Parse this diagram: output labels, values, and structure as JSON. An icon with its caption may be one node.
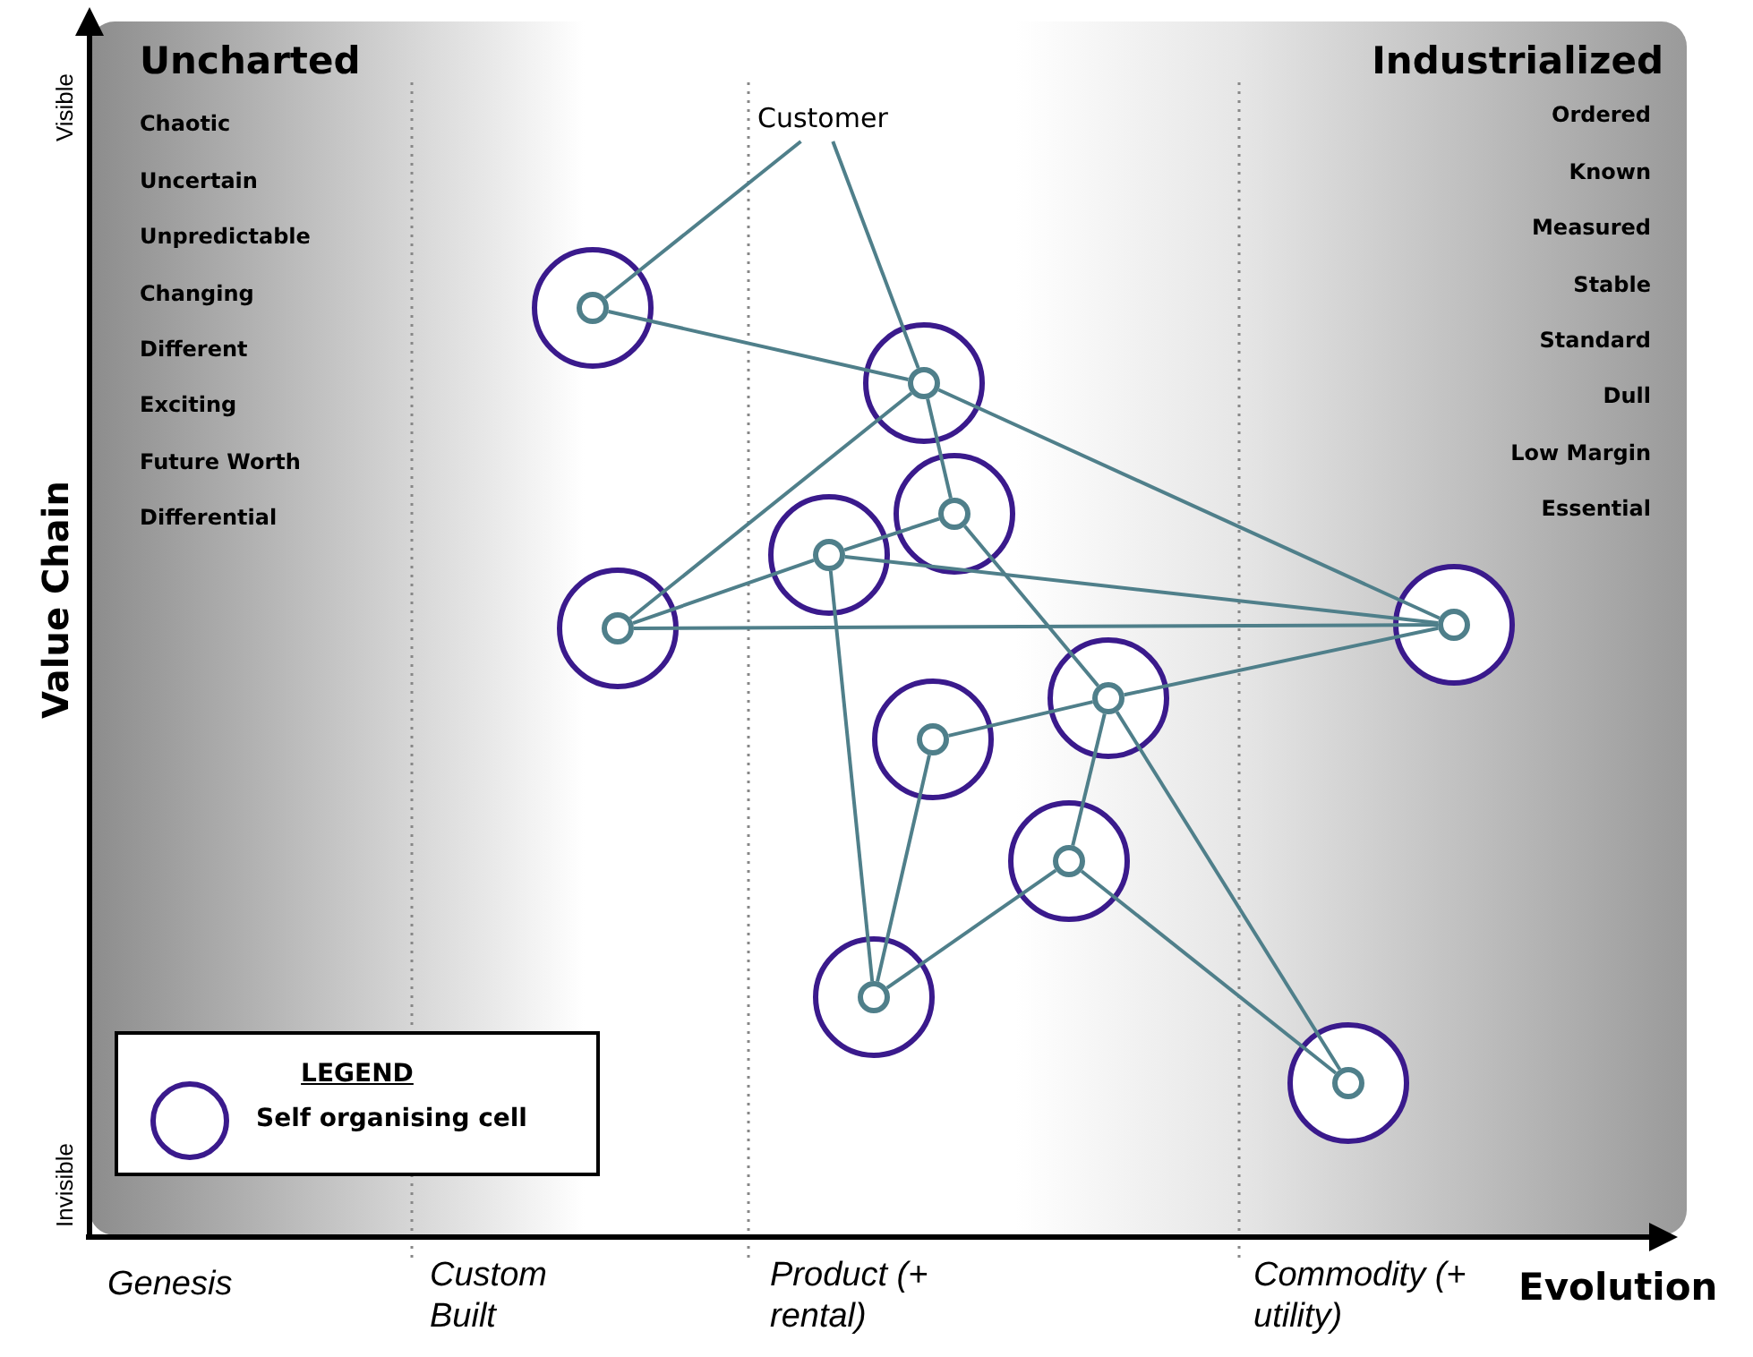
{
  "diagram": {
    "nodes": [
      {
        "text": [
          "Customer"
        ]
      },
      {
        "text": [],
        "shape": "circle"
      },
      {
        "text": [],
        "shape": "circle",
        "in": 1
      },
      {
        "text": [],
        "shape": "circle"
      },
      {
        "text": [],
        "shape": "circle",
        "in": 3
      },
      {
        "text": [],
        "shape": "circle"
      },
      {
        "text": [],
        "shape": "circle",
        "in": 5
      },
      {
        "text": [],
        "shape": "circle"
      },
      {
        "text": [],
        "shape": "circle",
        "in": 7
      },
      {
        "text": [],
        "shape": "circle"
      },
      {
        "text": [],
        "shape": "circle",
        "in": 9
      },
      {
        "text": [],
        "shape": "circle"
      },
      {
        "text": [],
        "shape": "circle",
        "in": 11
      },
      {
        "text": [],
        "shape": "circle"
      },
      {
        "text": [],
        "shape": "circle",
        "in": 13
      },
      {
        "text": [],
        "shape": "circle"
      },
      {
        "text": [],
        "shape": "circle",
        "in": 15
      },
      {
        "text": [],
        "shape": "circle"
      },
      {
        "text": [],
        "shape": "circle",
        "in": 17
      },
      {
        "text": [],
        "shape": "circle"
      },
      {
        "text": [],
        "shape": "circle",
        "in": 19
      },
      {
        "text": [],
        "shape": "circle"
      },
      {
        "text": [],
        "shape": "circle",
        "in": 21
      }
    ],
    "edges": [
      {
        "from": 0,
        "to": 2,
        "arrow": "none"
      },
      {
        "from": 0,
        "to": 4,
        "arrow": "none"
      },
      {
        "from": 2,
        "to": 4,
        "arrow": "none"
      },
      {
        "from": 4,
        "to": 10,
        "arrow": "none"
      },
      {
        "from": 4,
        "to": 6,
        "arrow": "none"
      },
      {
        "from": 4,
        "to": 12,
        "arrow": "none"
      },
      {
        "from": 6,
        "to": 8,
        "arrow": "none"
      },
      {
        "from": 6,
        "to": 14,
        "arrow": "none"
      },
      {
        "from": 8,
        "to": 10,
        "arrow": "none"
      },
      {
        "from": 8,
        "to": 12,
        "arrow": "none"
      },
      {
        "from": 8,
        "to": 20,
        "arrow": "none"
      },
      {
        "from": 10,
        "to": 12,
        "arrow": "none"
      },
      {
        "from": 14,
        "to": 12,
        "arrow": "none"
      },
      {
        "from": 14,
        "to": 16,
        "arrow": "none"
      },
      {
        "from": 14,
        "to": 18,
        "arrow": "none"
      },
      {
        "from": 14,
        "to": 22,
        "arrow": "none"
      },
      {
        "from": 16,
        "to": 20,
        "arrow": "none"
      },
      {
        "from": 18,
        "to": 20,
        "arrow": "none"
      },
      {
        "from": 18,
        "to": 22,
        "arrow": "none"
      }
    ],
    "labels": [
      "Uncharted",
      "Chaotic",
      "Uncertain",
      "Unpredictable",
      "Changing",
      "Different",
      "Exciting",
      "Future Worth",
      "Differential",
      "Industrialized",
      "Ordered",
      "Known",
      "Measured",
      "Stable",
      "Standard",
      "Dull",
      "Low Margin",
      "Essential",
      "Visible",
      "Invisible",
      "Value Chain",
      "Genesis",
      "Custom Built",
      "Product (+ rental)",
      "Commodity (+ utility)",
      "Evolution",
      "LEGEND"
    ],
    "legend": [
      {
        "text": "Self organising cell"
      }
    ]
  }
}
